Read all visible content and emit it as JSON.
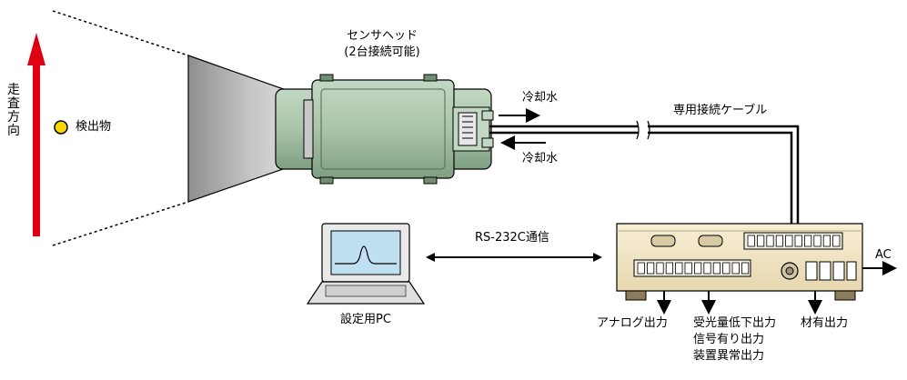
{
  "labels": {
    "scan_direction": "走査方向",
    "detected_object": "検出物",
    "sensor_head_line1": "センサヘッド",
    "sensor_head_line2": "(2台接続可能)",
    "cooling_water_out": "冷却水",
    "cooling_water_in": "冷却水",
    "dedicated_cable": "専用接続ケーブル",
    "rs232c": "RS-232C通信",
    "setup_pc": "設定用PC",
    "ac": "AC",
    "analog_output": "アナログ出力",
    "light_low_output": "受光量低下出力",
    "signal_present_output": "信号有り出力",
    "device_error_output": "装置異常出力",
    "material_present_output": "材有出力"
  },
  "colors": {
    "arrow_red": "#e00012",
    "object_yellow": "#f5d800",
    "head_green": "#a9c4a9",
    "head_dark": "#7f9f82",
    "cone_gray": "#b5b5b5",
    "controller_beige": "#f2e6c6",
    "screen_blue": "#bfe0f0"
  }
}
